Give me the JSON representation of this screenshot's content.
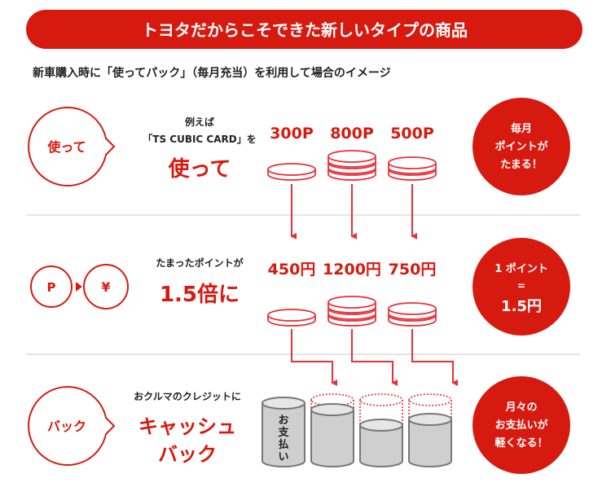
{
  "colors": {
    "accent": "#d71a0f",
    "arrow": "#e8303a",
    "cylinder": "#cfcfcf"
  },
  "banner": {
    "title": "トヨタだからこそできた新しいタイプの商品"
  },
  "subtitle": "新車購入時に「使ってパック」（毎月充当）を利用して場合のイメージ",
  "row1": {
    "badge": "使って",
    "line1": "例えば",
    "line2": "「TS CUBIC CARD」を",
    "big": "使って",
    "amounts": [
      "300P",
      "800P",
      "500P"
    ],
    "result": [
      "毎月",
      "ポイントが",
      "たまる！"
    ]
  },
  "row2": {
    "icon_p": "P",
    "icon_yen": "¥",
    "line1": "たまったポイントが",
    "big": "1.5倍に",
    "amounts": [
      "450円",
      "1200円",
      "750円"
    ],
    "result": [
      "1 ポイント",
      "=",
      "1.5円"
    ]
  },
  "row3": {
    "badge": "バック",
    "line1": "おクルマのクレジットに",
    "big1": "キャッシュ",
    "big2": "バック",
    "payment_chars": [
      "お",
      "支",
      "払",
      "い"
    ],
    "result": [
      "月々の",
      "お支払いが",
      "軽くなる！"
    ]
  }
}
